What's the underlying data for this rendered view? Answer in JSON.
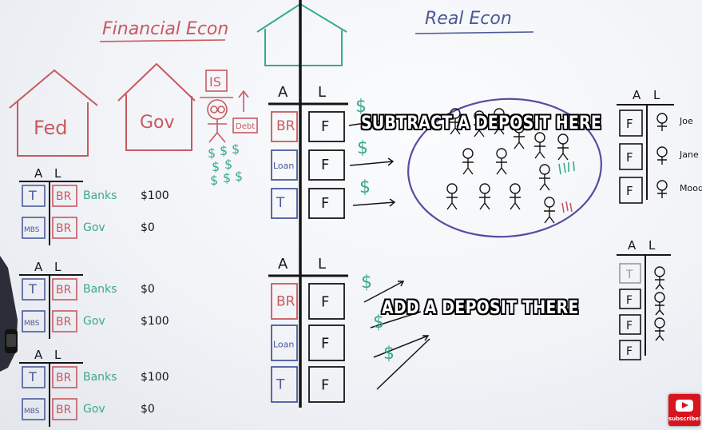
{
  "board": {
    "title_left": "Financial Econ",
    "title_right": "Real Econ",
    "fed_label": "Fed",
    "gov_label": "Gov",
    "is_label": "IS",
    "debt_label": "Debt",
    "assets": "A",
    "liabilities": "L",
    "dollar": "$",
    "fed_sheets": [
      {
        "rows": [
          {
            "asset": "T",
            "liab": "BR",
            "to": "Banks",
            "amount": "$100"
          },
          {
            "asset": "MBS",
            "liab": "BR",
            "to": "Gov",
            "amount": "$0"
          }
        ]
      },
      {
        "rows": [
          {
            "asset": "T",
            "liab": "BR",
            "to": "Banks",
            "amount": "$0"
          },
          {
            "asset": "MBS",
            "liab": "BR",
            "to": "Gov",
            "amount": "$100"
          }
        ]
      },
      {
        "rows": [
          {
            "asset": "T",
            "liab": "BR",
            "to": "Banks",
            "amount": "$100"
          },
          {
            "asset": "MBS",
            "liab": "BR",
            "to": "Gov",
            "amount": "$0"
          }
        ]
      }
    ],
    "bank_sheets": [
      {
        "rows": [
          {
            "asset": "BR",
            "liab": "F"
          },
          {
            "asset": "Loan",
            "liab": "F"
          },
          {
            "asset": "T",
            "liab": "F"
          }
        ]
      },
      {
        "rows": [
          {
            "asset": "BR",
            "liab": "F"
          },
          {
            "asset": "Loan",
            "liab": "F"
          },
          {
            "asset": "T",
            "liab": "F"
          }
        ]
      }
    ],
    "people_sheet_top": {
      "rows": [
        {
          "asset": "F",
          "name": "Joe"
        },
        {
          "asset": "F",
          "name": "Jane"
        },
        {
          "asset": "F",
          "name": "Mood"
        }
      ]
    },
    "people_sheet_bottom": {
      "rows": [
        {
          "asset": "T"
        },
        {
          "asset": "F"
        },
        {
          "asset": "F"
        },
        {
          "asset": "F"
        }
      ]
    }
  },
  "captions": {
    "top": "SUBTRACT A DEPOSIT HERE",
    "bottom": "ADD A DEPOSIT THERE"
  },
  "subscribe": {
    "label": "subscribe!"
  },
  "colors": {
    "red_marker": "#c8595f",
    "blue_marker": "#4a5a9a",
    "green_marker": "#3aa88e",
    "black_marker": "#151515",
    "purple_marker": "#5a4aa0",
    "youtube_red": "#d8141e"
  }
}
